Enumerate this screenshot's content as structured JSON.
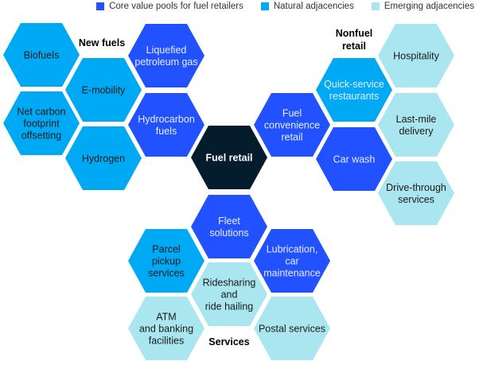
{
  "legend": {
    "items": [
      {
        "key": "core",
        "label": "Core value pools for fuel retailers",
        "color": "#2251FF"
      },
      {
        "key": "natural",
        "label": "Natural adjacencies",
        "color": "#00A9F4"
      },
      {
        "key": "emerging",
        "label": "Emerging adjacencies",
        "color": "#AAE6F0"
      }
    ]
  },
  "colors": {
    "core": "#2251FF",
    "natural": "#00A9F4",
    "emerging": "#AAE6F0",
    "center": "#051C2C"
  },
  "groups": {
    "new_fuels": "New fuels",
    "nonfuel_retail": [
      "Nonfuel",
      "retail"
    ],
    "services": "Services"
  },
  "center": {
    "label": "Fuel retail"
  },
  "hexes": [
    {
      "id": "biofuels",
      "group": "new_fuels",
      "category": "natural",
      "lines": [
        "Biofuels"
      ],
      "text": "dark"
    },
    {
      "id": "e-mobility",
      "group": "new_fuels",
      "category": "natural",
      "lines": [
        "E-mobility"
      ],
      "text": "dark"
    },
    {
      "id": "liquefied-petroleum-gas",
      "group": "new_fuels",
      "category": "core",
      "lines": [
        "Liquefied",
        "petroleum gas"
      ],
      "text": "light"
    },
    {
      "id": "net-carbon-footprint-offsetting",
      "group": "new_fuels",
      "category": "natural",
      "lines": [
        "Net carbon",
        "footprint",
        "offsetting"
      ],
      "text": "dark"
    },
    {
      "id": "hydrocarbon-fuels",
      "group": "new_fuels",
      "category": "core",
      "lines": [
        "Hydrocarbon",
        "fuels"
      ],
      "text": "light"
    },
    {
      "id": "hydrogen",
      "group": "new_fuels",
      "category": "natural",
      "lines": [
        "Hydrogen"
      ],
      "text": "dark"
    },
    {
      "id": "fuel-retail",
      "group": "center",
      "category": "center",
      "lines": [
        "Fuel retail"
      ],
      "text": "light-bold"
    },
    {
      "id": "fuel-convenience-retail",
      "group": "nonfuel_retail",
      "category": "core",
      "lines": [
        "Fuel",
        "convenience",
        "retail"
      ],
      "text": "light"
    },
    {
      "id": "quick-service-restaurants",
      "group": "nonfuel_retail",
      "category": "natural",
      "lines": [
        "Quick-service",
        "restaurants"
      ],
      "text": "light"
    },
    {
      "id": "car-wash",
      "group": "nonfuel_retail",
      "category": "core",
      "lines": [
        "Car wash"
      ],
      "text": "light"
    },
    {
      "id": "hospitality",
      "group": "nonfuel_retail",
      "category": "emerging",
      "lines": [
        "Hospitality"
      ],
      "text": "dark"
    },
    {
      "id": "last-mile-delivery",
      "group": "nonfuel_retail",
      "category": "emerging",
      "lines": [
        "Last-mile",
        "delivery"
      ],
      "text": "dark"
    },
    {
      "id": "drive-through-services",
      "group": "nonfuel_retail",
      "category": "emerging",
      "lines": [
        "Drive-through",
        "services"
      ],
      "text": "dark"
    },
    {
      "id": "fleet-solutions",
      "group": "services",
      "category": "core",
      "lines": [
        "Fleet",
        "solutions"
      ],
      "text": "light"
    },
    {
      "id": "parcel-pickup-services",
      "group": "services",
      "category": "natural",
      "lines": [
        "Parcel",
        "pickup",
        "services"
      ],
      "text": "dark"
    },
    {
      "id": "lubrication-car-maintenance",
      "group": "services",
      "category": "core",
      "lines": [
        "Lubrication,",
        "car",
        "maintenance"
      ],
      "text": "light"
    },
    {
      "id": "ridesharing-and-ride-hailing",
      "group": "services",
      "category": "emerging",
      "lines": [
        "Ridesharing",
        "and",
        "ride hailing"
      ],
      "text": "dark"
    },
    {
      "id": "atm-and-banking-facilities",
      "group": "services",
      "category": "emerging",
      "lines": [
        "ATM",
        "and banking",
        "facilities"
      ],
      "text": "dark"
    },
    {
      "id": "postal-services",
      "group": "services",
      "category": "emerging",
      "lines": [
        "Postal services"
      ],
      "text": "dark"
    }
  ]
}
